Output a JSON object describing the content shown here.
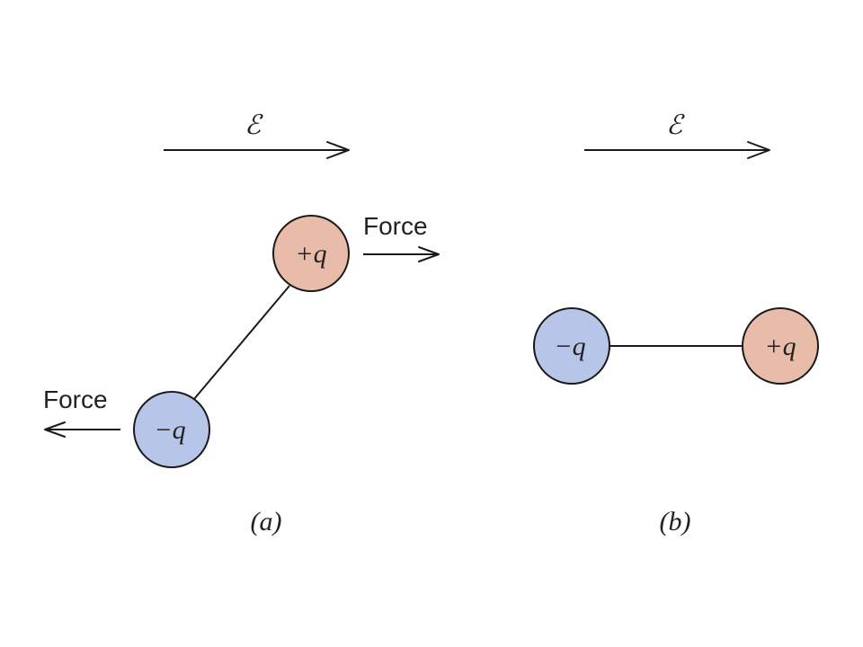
{
  "colors": {
    "positive_charge": "#e8bca9",
    "negative_charge": "#b7c6e8",
    "line": "#1a1a1a"
  },
  "panel_a": {
    "field_label": "ℰ",
    "positive_charge_label": "+q",
    "negative_charge_label": "−q",
    "force_label_right": "Force",
    "force_label_left": "Force",
    "caption": "(a)"
  },
  "panel_b": {
    "field_label": "ℰ",
    "positive_charge_label": "+q",
    "negative_charge_label": "−q",
    "caption": "(b)"
  }
}
